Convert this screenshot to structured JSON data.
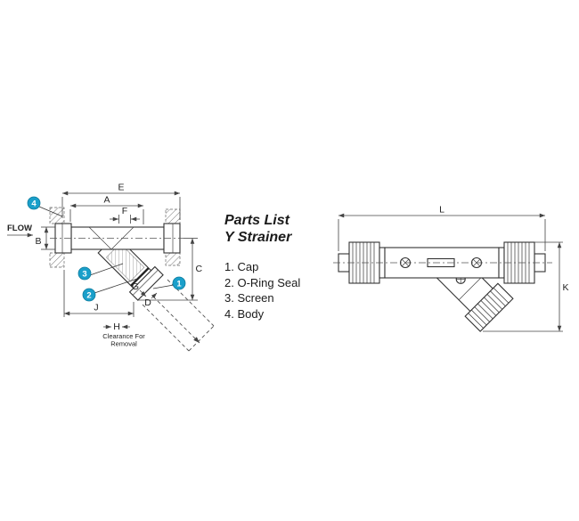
{
  "parts_list": {
    "title_line1": "Parts List",
    "title_line2": "Y Strainer",
    "items": [
      "1. Cap",
      "2. O-Ring Seal",
      "3. Screen",
      "4. Body"
    ]
  },
  "left_diagram": {
    "flow_label": "FLOW",
    "dim_e": "E",
    "dim_a": "A",
    "dim_f": "F",
    "dim_b": "B",
    "dim_c": "C",
    "dim_g": "G",
    "dim_d": "D",
    "dim_j": "J",
    "dim_h": "H",
    "clearance_line1": "Clearance For",
    "clearance_line2": "Removal",
    "callout_1": "1",
    "callout_2": "2",
    "callout_3": "3",
    "callout_4": "4"
  },
  "right_diagram": {
    "dim_l": "L",
    "dim_k": "K"
  },
  "colors": {
    "callout": "#1a9fca",
    "line": "#333333"
  }
}
